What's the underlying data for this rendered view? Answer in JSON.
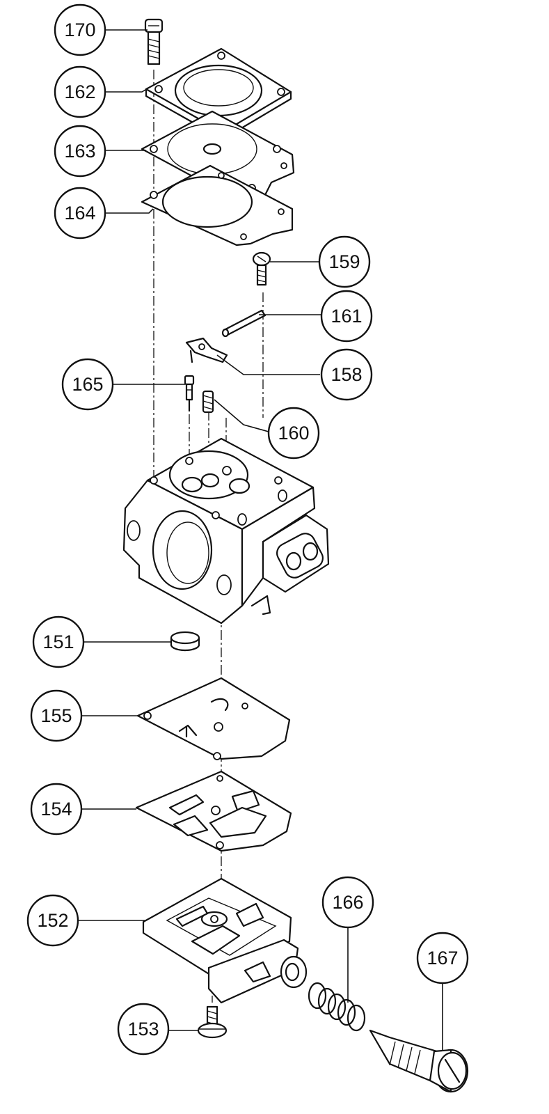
{
  "callouts": [
    {
      "id": "170",
      "label": "170"
    },
    {
      "id": "162",
      "label": "162"
    },
    {
      "id": "163",
      "label": "163"
    },
    {
      "id": "164",
      "label": "164"
    },
    {
      "id": "159",
      "label": "159"
    },
    {
      "id": "161",
      "label": "161"
    },
    {
      "id": "158",
      "label": "158"
    },
    {
      "id": "165",
      "label": "165"
    },
    {
      "id": "160",
      "label": "160"
    },
    {
      "id": "151",
      "label": "151"
    },
    {
      "id": "155",
      "label": "155"
    },
    {
      "id": "154",
      "label": "154"
    },
    {
      "id": "152",
      "label": "152"
    },
    {
      "id": "166",
      "label": "166"
    },
    {
      "id": "167",
      "label": "167"
    },
    {
      "id": "153",
      "label": "153"
    }
  ]
}
